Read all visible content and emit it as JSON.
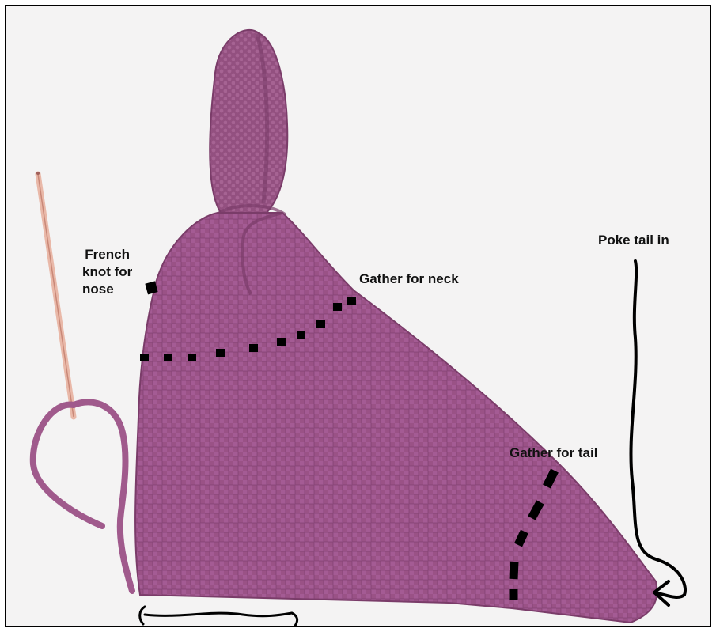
{
  "annotations": {
    "french_knot_line1": "French",
    "french_knot_line2": "knot for",
    "french_knot_line3": "nose",
    "gather_neck": "Gather for neck",
    "gather_tail": "Gather for tail",
    "poke_tail": "Poke tail in"
  },
  "colors": {
    "yarn": "#9a5286",
    "yarn_dark": "#7a3c69",
    "yarn_light": "#b878a4",
    "needle": "#e8b7a8",
    "marker": "#000000",
    "background": "#f5f4f4"
  }
}
